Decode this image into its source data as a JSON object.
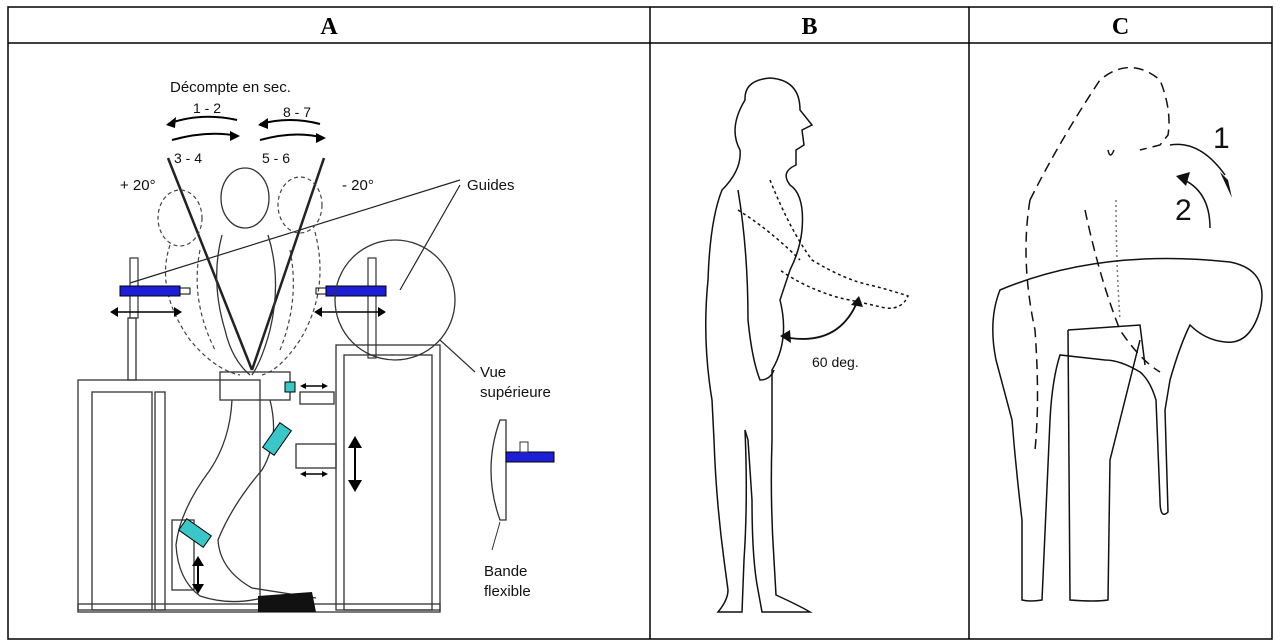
{
  "panels": [
    {
      "id": "A",
      "title": "A"
    },
    {
      "id": "B",
      "title": "B"
    },
    {
      "id": "C",
      "title": "C"
    }
  ],
  "panel_a": {
    "countdown_title": "Décompte en sec.",
    "count_1_2": "1 - 2",
    "count_3_4": "3 - 4",
    "count_8_7": "8 - 7",
    "count_5_6": "5 - 6",
    "angle_left": "+ 20°",
    "angle_right": "- 20°",
    "guides_label": "Guides",
    "top_view_line1": "Vue",
    "top_view_line2": "supérieure",
    "band_line1": "Bande",
    "band_line2": "flexible",
    "colors": {
      "guide_bar": "#1d1fd6",
      "knee_pad": "#39c7c7"
    }
  },
  "panel_b": {
    "angle_label": "60 deg."
  },
  "panel_c": {
    "step_1": "1",
    "step_2": "2"
  }
}
